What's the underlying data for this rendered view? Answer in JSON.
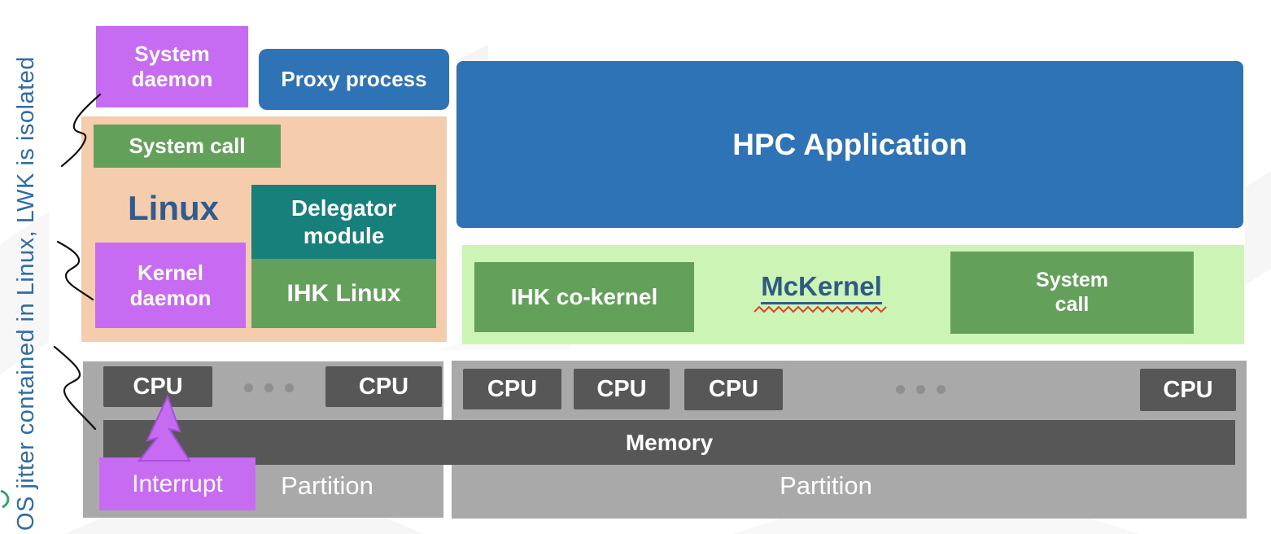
{
  "slide": {
    "annotation": "OS jitter contained in Linux, LWK is isolated"
  },
  "linux_side": {
    "system_daemon": "System\ndaemon",
    "proxy_process": "Proxy process",
    "container_title": "Linux",
    "system_call": "System call",
    "delegator_module": "Delegator\nmodule",
    "ihk_linux": "IHK Linux",
    "kernel_daemon": "Kernel\ndaemon"
  },
  "mckernel_side": {
    "hpc_application": "HPC Application",
    "ihk_co_kernel": "IHK co-kernel",
    "title": "McKernel",
    "system_call": "System\ncall"
  },
  "hardware": {
    "cpu_label": "CPU",
    "memory_label": "Memory",
    "partition_left": "Partition",
    "partition_right": "Partition",
    "interrupt_label": "Interrupt"
  },
  "colors": {
    "purple": "#c76bf2",
    "blue": "#2e73b5",
    "green": "#63a15a",
    "teal": "#17807a",
    "orange_container": "#f5ccac",
    "light_green_container": "#ccf5b5",
    "gray_panel": "#a9a9a9",
    "dark_gray": "#575757",
    "linux_title_text": "#2e5c91",
    "mckernel_text": "#305a86",
    "annotation_text": "#2e6da4",
    "spellcheck_red": "#e23b2e",
    "connector_black": "#111111"
  }
}
